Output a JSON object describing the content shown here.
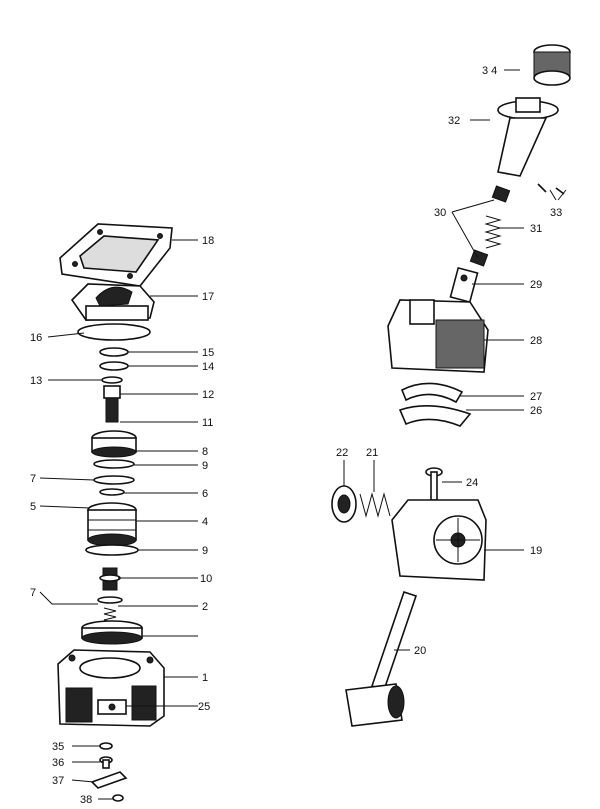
{
  "callouts": {
    "c1": "1",
    "c2": "2",
    "c4": "4",
    "c5": "5",
    "c6": "6",
    "c7a": "7",
    "c7b": "7",
    "c8": "8",
    "c9a": "9",
    "c9b": "9",
    "c10": "10",
    "c11": "11",
    "c12": "12",
    "c13": "13",
    "c14": "14",
    "c15": "15",
    "c16": "16",
    "c17": "17",
    "c18": "18",
    "c19": "19",
    "c20": "20",
    "c21": "21",
    "c22": "22",
    "c24": "24",
    "c25": "25",
    "c26": "26",
    "c27": "27",
    "c28": "28",
    "c29": "29",
    "c30": "30",
    "c31": "31",
    "c32": "32",
    "c33": "33",
    "c34": "3 4",
    "c35": "35",
    "c36": "36",
    "c37": "37",
    "c38": "38"
  },
  "colors": {
    "ink": "#111111",
    "paper": "#ffffff",
    "shade": "#666666"
  }
}
